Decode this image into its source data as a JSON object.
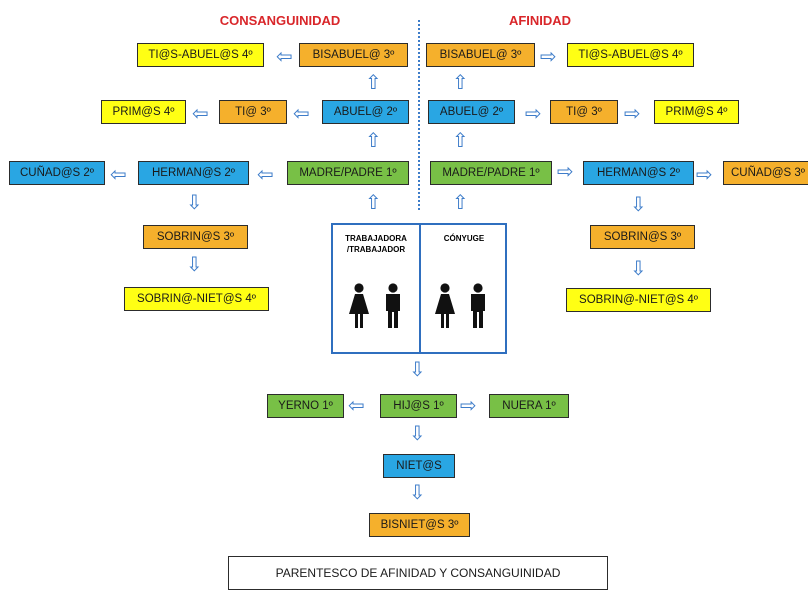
{
  "headings": {
    "consanguinidad": "CONSANGUINIDAD",
    "afinidad": "AFINIDAD",
    "color": "#d9262a"
  },
  "colors": {
    "blue": "#29a6e3",
    "orange": "#f5b02c",
    "yellow": "#ffff14",
    "green": "#78c046",
    "arrow": "#3d7cc9",
    "frame": "#2f6fbf"
  },
  "arrow_glyphs": {
    "up": "⇧",
    "down": "⇩",
    "left": "⇦",
    "right": "⇨"
  },
  "boxes": {
    "left_tias_abuelas": {
      "label": "TI@S-ABUEL@S 4º",
      "color": "yellow"
    },
    "left_bisabuela": {
      "label": "BISABUEL@ 3º",
      "color": "orange"
    },
    "left_primos": {
      "label": "PRIM@S 4º",
      "color": "yellow"
    },
    "left_tia": {
      "label": "TI@ 3º",
      "color": "orange"
    },
    "left_abuela": {
      "label": "ABUEL@ 2º",
      "color": "blue"
    },
    "left_cunados": {
      "label": "CUÑAD@S 2º",
      "color": "blue"
    },
    "left_hermanos": {
      "label": "HERMAN@S 2º",
      "color": "blue"
    },
    "left_madre_padre": {
      "label": "MADRE/PADRE 1º",
      "color": "green"
    },
    "left_sobrinos": {
      "label": "SOBRIN@S 3º",
      "color": "orange"
    },
    "left_sobrino_nietos": {
      "label": "SOBRIN@-NIET@S 4º",
      "color": "yellow"
    },
    "right_bisabuela": {
      "label": "BISABUEL@ 3º",
      "color": "orange"
    },
    "right_tias_abuelas": {
      "label": "TI@S-ABUEL@S 4º",
      "color": "yellow"
    },
    "right_abuela": {
      "label": "ABUEL@ 2º",
      "color": "blue"
    },
    "right_tia": {
      "label": "TI@ 3º",
      "color": "orange"
    },
    "right_primos": {
      "label": "PRIM@S 4º",
      "color": "yellow"
    },
    "right_madre_padre": {
      "label": "MADRE/PADRE 1º",
      "color": "green"
    },
    "right_hermanos": {
      "label": "HERMAN@S 2º",
      "color": "blue"
    },
    "right_cunados": {
      "label": "CUÑAD@S 3º",
      "color": "orange"
    },
    "right_sobrinos": {
      "label": "SOBRIN@S 3º",
      "color": "orange"
    },
    "right_sobrino_nietos": {
      "label": "SOBRIN@-NIET@S 4º",
      "color": "yellow"
    },
    "yerno": {
      "label": "YERNO 1º",
      "color": "green"
    },
    "hijos": {
      "label": "HIJ@S 1º",
      "color": "green"
    },
    "nuera": {
      "label": "NUERA 1º",
      "color": "green"
    },
    "nietos": {
      "label": "NIET@S",
      "color": "blue"
    },
    "bisnietos": {
      "label": "BISNIET@S 3º",
      "color": "orange"
    }
  },
  "couple": {
    "trabajador_label": "TRABAJADORA\n/TRABAJADOR",
    "conyuge_label": "CÓNYUGE",
    "people": [
      "woman",
      "man",
      "woman",
      "man"
    ]
  },
  "footer": {
    "title": "PARENTESCO DE AFINIDAD Y CONSANGUINIDAD"
  }
}
